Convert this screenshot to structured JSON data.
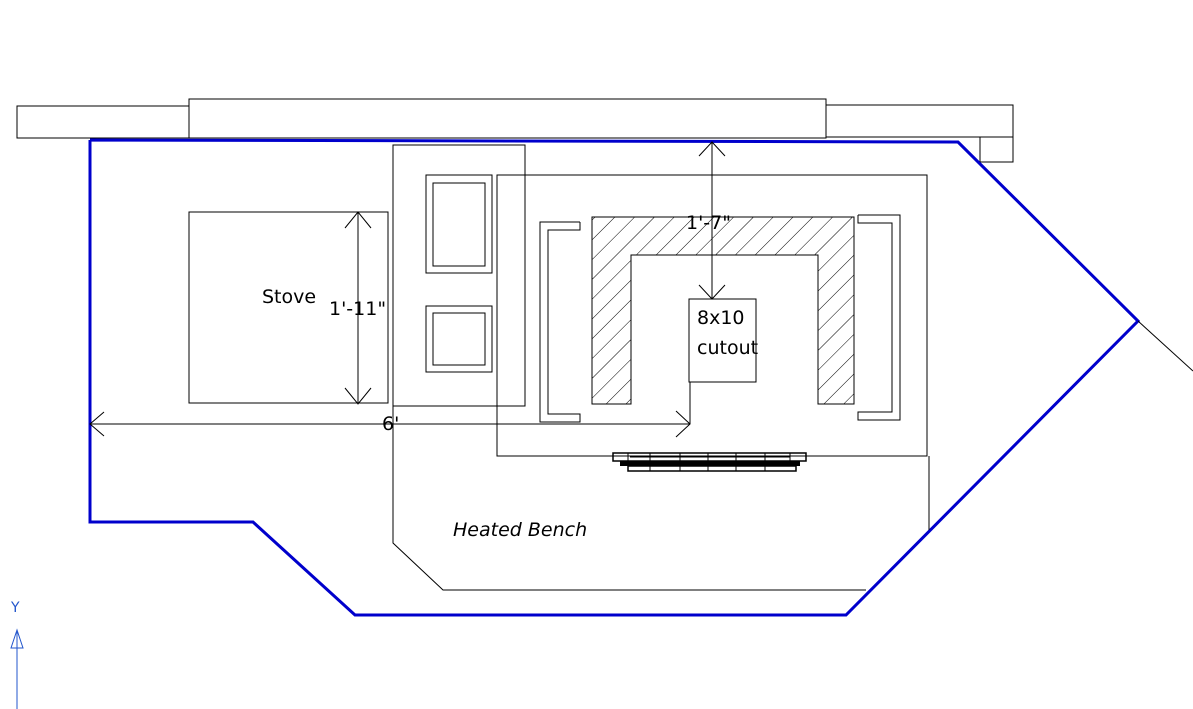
{
  "labels": {
    "stove": "Stove",
    "stove_dim": "1'-11\"",
    "width_dim": "6'",
    "depth_dim": "1'-7\"",
    "cutout_line1": "8x10",
    "cutout_line2": "cutout",
    "bench": "Heated Bench",
    "axis_y": "Y"
  },
  "colors": {
    "outline": "#0000cc",
    "axis": "#2255cc",
    "line": "#000000"
  }
}
